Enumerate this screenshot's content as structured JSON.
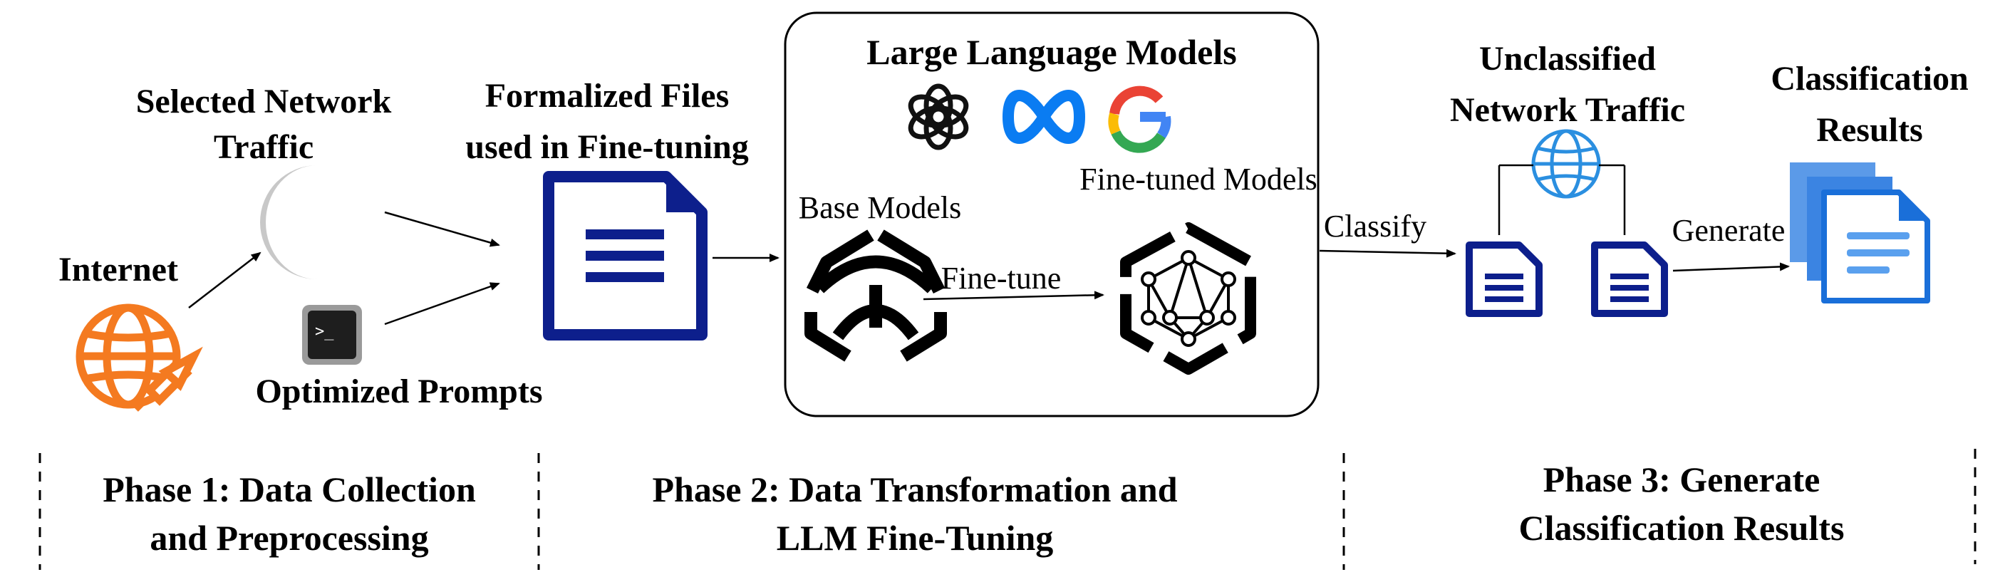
{
  "labels": {
    "internet": "Internet",
    "selected_traffic_1": "Selected Network",
    "selected_traffic_2": "Traffic",
    "optimized_prompts": "Optimized Prompts",
    "formalized_1": "Formalized Files",
    "formalized_2": "used in Fine-tuning",
    "llm_title": "Large Language Models",
    "base_models": "Base Models",
    "fine_tuned_models": "Fine-tuned Models",
    "fine_tune": "Fine-tune",
    "classify": "Classify",
    "unclassified_1": "Unclassified",
    "unclassified_2": "Network Traffic",
    "generate": "Generate",
    "results_1": "Classification",
    "results_2": "Results"
  },
  "terminal": {
    "prompt_glyph": ">_"
  },
  "phases": [
    {
      "line1": "Phase 1: Data Collection",
      "line2": "and Preprocessing"
    },
    {
      "line1": "Phase 2: Data Transformation and",
      "line2": "LLM Fine-Tuning"
    },
    {
      "line1": "Phase 3: Generate",
      "line2": "Classification Results"
    }
  ],
  "colors": {
    "internet_orange": "#f47a20",
    "doc_navy": "#0d1f8c",
    "globe_blue": "#2b8fe0",
    "results_blue": "#1a6fd9",
    "meta_blue": "#0a7cf2",
    "google_blue": "#4285f4",
    "google_red": "#ea4335",
    "google_yellow": "#fbbc05",
    "google_green": "#34a853"
  }
}
